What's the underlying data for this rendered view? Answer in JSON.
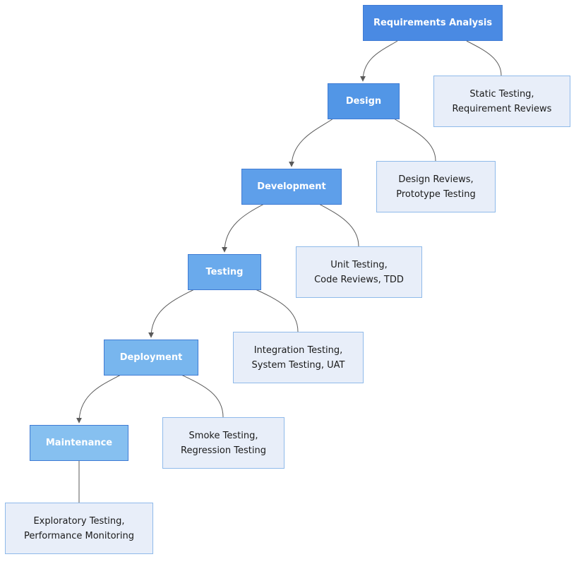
{
  "colors": {
    "phase_fills": [
      "#4a8ae3",
      "#5296e6",
      "#5e9fea",
      "#6aaaec",
      "#78b6ee",
      "#86c0f0"
    ],
    "practice_fill": "#e8eef9",
    "practice_border": "#8fbaea",
    "phase_border": "#3f7bd4",
    "edge": "#5a5a5a"
  },
  "phases": [
    {
      "label": "Requirements Analysis",
      "practice": {
        "line1": "Static Testing,",
        "line2": "Requirement Reviews"
      }
    },
    {
      "label": "Design",
      "practice": {
        "line1": "Design Reviews,",
        "line2": "Prototype Testing"
      }
    },
    {
      "label": "Development",
      "practice": {
        "line1": "Unit Testing,",
        "line2": "Code Reviews, TDD"
      }
    },
    {
      "label": "Testing",
      "practice": {
        "line1": "Integration Testing,",
        "line2": "System Testing, UAT"
      }
    },
    {
      "label": "Deployment",
      "practice": {
        "line1": "Smoke Testing,",
        "line2": "Regression Testing"
      }
    },
    {
      "label": "Maintenance",
      "practice": {
        "line1": "Exploratory Testing,",
        "line2": "Performance Monitoring"
      }
    }
  ]
}
